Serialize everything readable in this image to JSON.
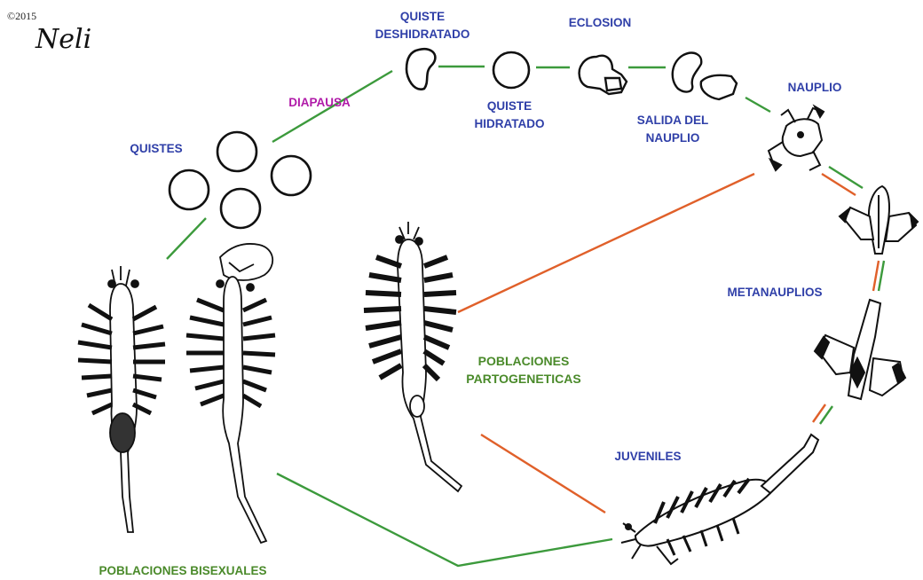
{
  "copyright": "©2015",
  "signature": "Neli",
  "colors": {
    "stage_label": "#2f3fa8",
    "diapausa": "#b01aa8",
    "population_label": "#4a8a2a",
    "green_line": "#3c9a3c",
    "orange_line": "#e0602a",
    "outline": "#111111"
  },
  "labels": {
    "quiste_deshidratado_1": "QUISTE",
    "quiste_deshidratado_2": "DESHIDRATADO",
    "eclosion": "ECLOSION",
    "nauplio": "NAUPLIO",
    "diapausa": "DIAPAUSA",
    "quiste_hidratado_1": "QUISTE",
    "quiste_hidratado_2": "HIDRATADO",
    "salida_1": "SALIDA DEL",
    "salida_2": "NAUPLIO",
    "quistes": "QUISTES",
    "metanauplios": "METANAUPLIOS",
    "poblaciones_partogeneticas_1": "POBLACIONES",
    "poblaciones_partogeneticas_2": "PARTOGENETICAS",
    "juveniles": "JUVENILES",
    "poblaciones_bisexuales": "POBLACIONES BISEXUALES"
  },
  "icons": [
    "dehydrated-cyst-icon",
    "hydrated-cyst-icon",
    "hatching-cyst-icon",
    "nauplius-icon",
    "metanauplius-icon",
    "juvenile-icon",
    "adult-shrimp-icon"
  ]
}
